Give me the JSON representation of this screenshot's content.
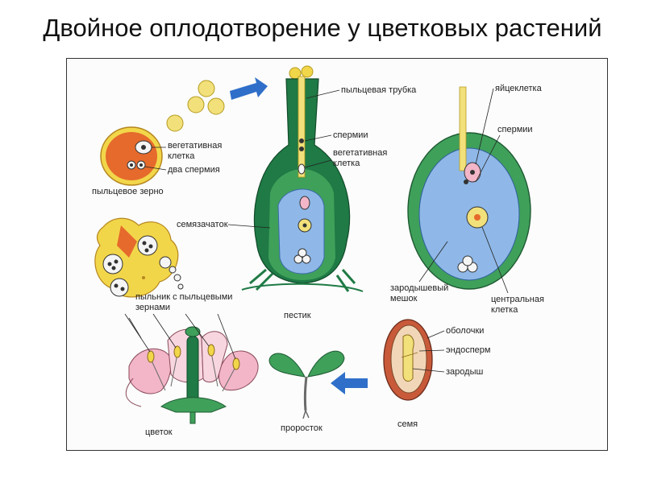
{
  "title": "Двойное оплодотворение у цветковых растений",
  "labels": {
    "pollen_tube_1": "пыльцевая трубка",
    "egg_cell": "яйцеклетка",
    "sperms_1": "спермии",
    "sperms_2": "спермии",
    "vegetative_cell_1a": "вегетативная",
    "vegetative_cell_1b": "клетка",
    "two_sperms": "два спермия",
    "pollen_grain": "пыльцевое зерно",
    "vegetative_cell_2a": "вегетативная",
    "vegetative_cell_2b": "клетка",
    "ovule": "семязачаток",
    "anther_a": "пыльник с пыльцевыми",
    "anther_b": "зернами",
    "pistil": "пестик",
    "embryo_sac_a": "зародышевый",
    "embryo_sac_b": "мешок",
    "central_cell_a": "центральная",
    "central_cell_b": "клетка",
    "coats": "оболочки",
    "endosperm": "эндосперм",
    "embryo": "зародыш",
    "flower": "цветок",
    "seedling": "проросток",
    "seed": "семя"
  },
  "colors": {
    "green_dark": "#1f7a45",
    "green_mid": "#3fa05a",
    "blue_sac": "#8fb8e8",
    "yellow": "#f2d64a",
    "orange": "#e56a2c",
    "pink": "#f2b6c8",
    "arrow_blue": "#2f6fc9"
  }
}
